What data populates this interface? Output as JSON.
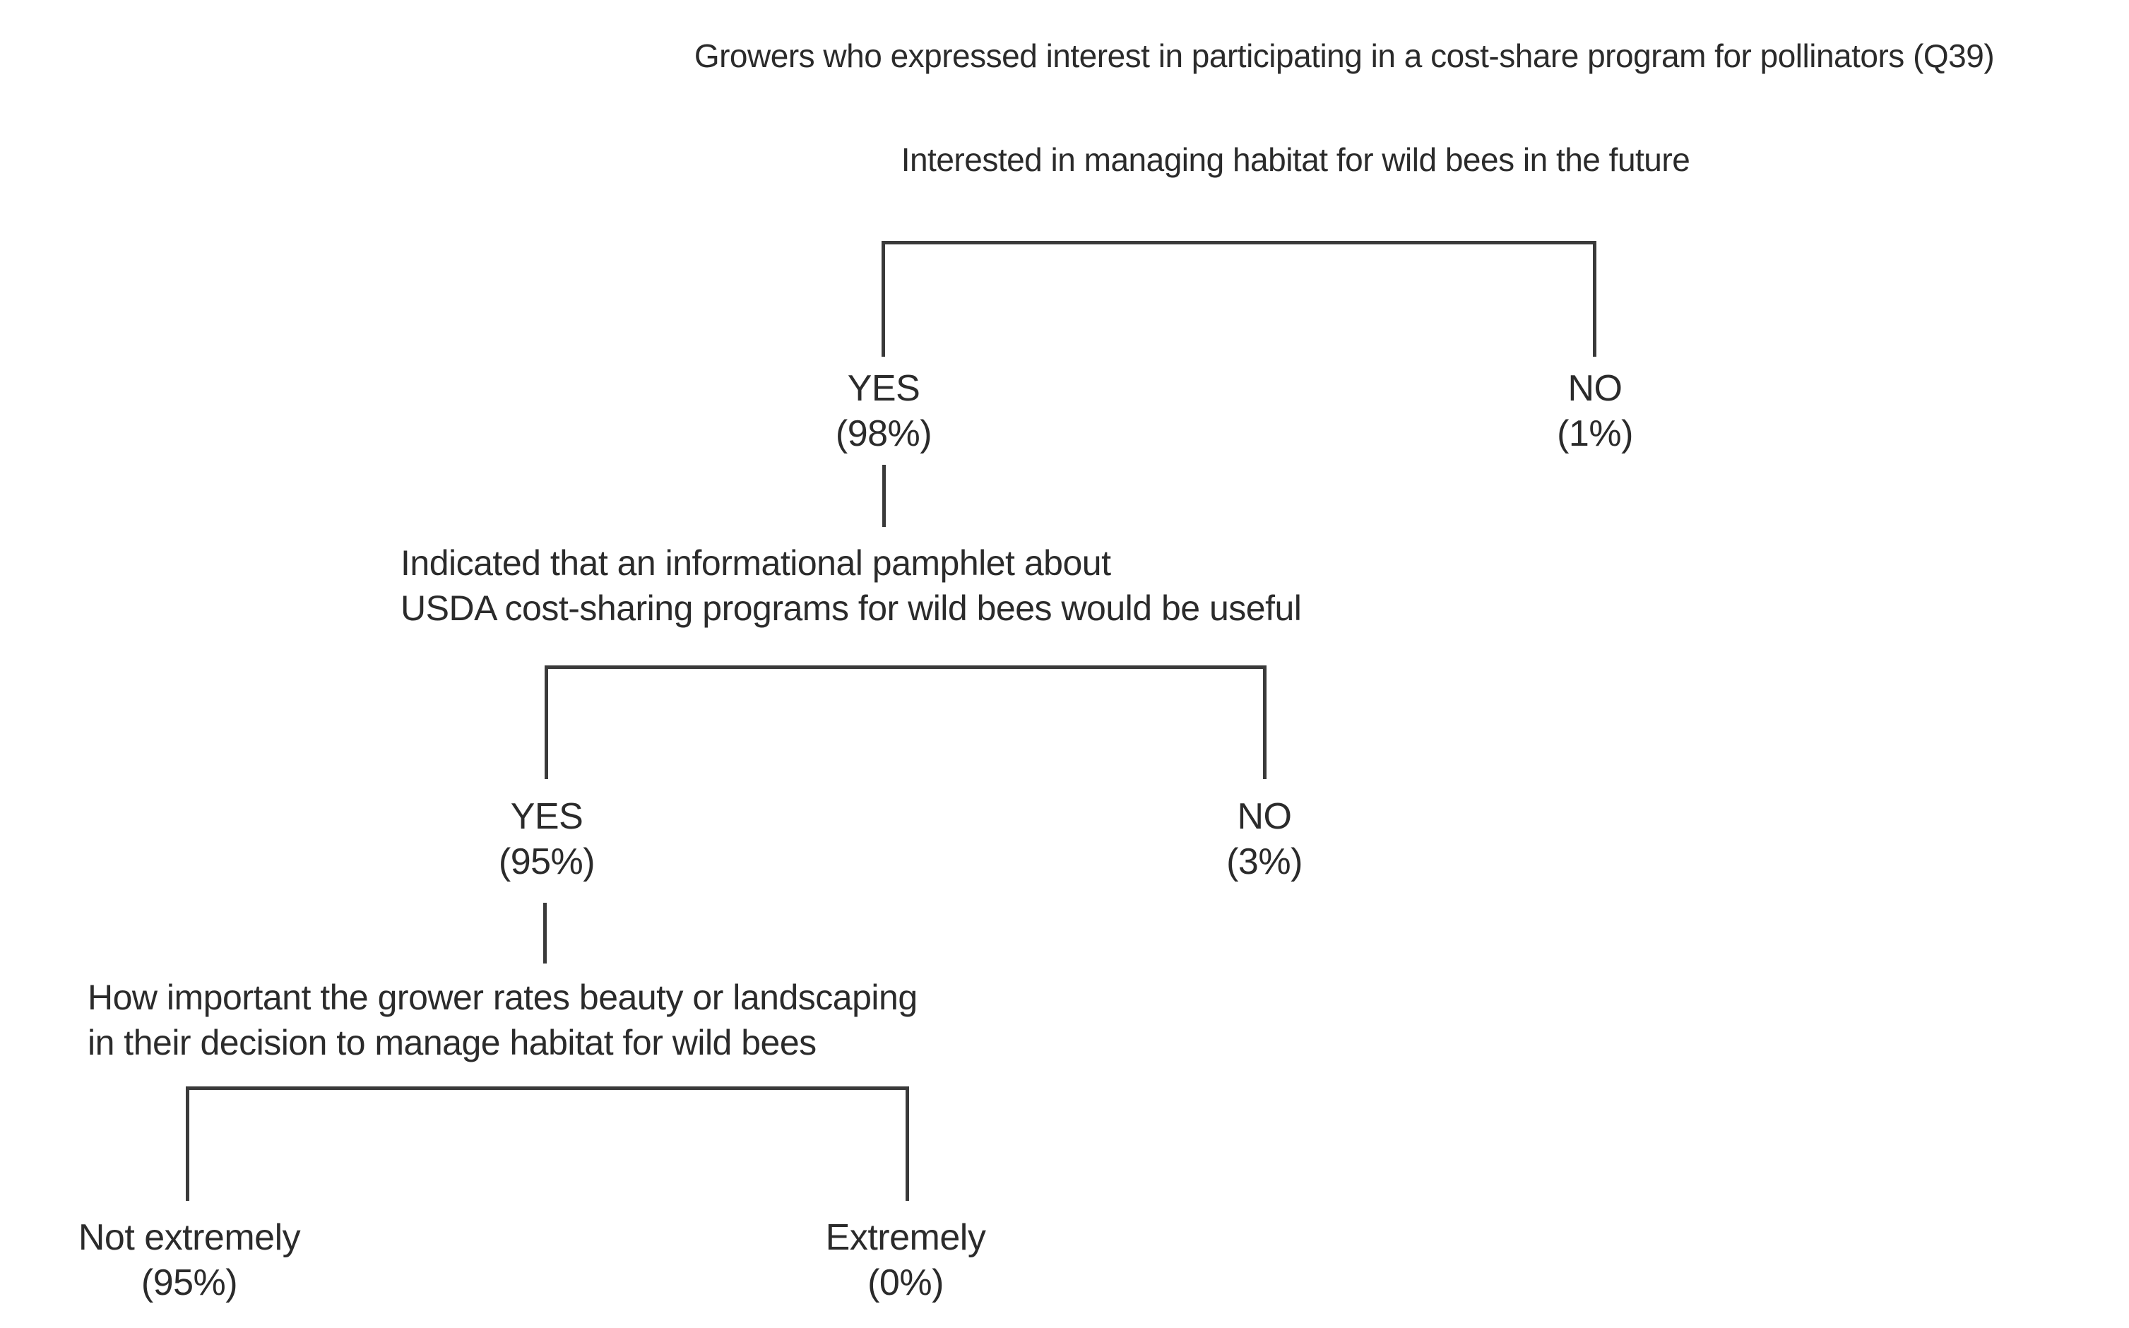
{
  "title": "Growers who expressed interest in participating in a cost-share program for pollinators (Q39)",
  "root": {
    "question": "Interested in managing habitat for wild bees in the future"
  },
  "level1": {
    "yes_label": "YES",
    "yes_pct": "(98%)",
    "no_label": "NO",
    "no_pct": "(1%)"
  },
  "question2": {
    "line1": "Indicated that an informational pamphlet about",
    "line2": "USDA cost-sharing programs for wild bees would be useful"
  },
  "level2": {
    "yes_label": "YES",
    "yes_pct": "(95%)",
    "no_label": "NO",
    "no_pct": "(3%)"
  },
  "question3": {
    "line1": "How important the grower rates beauty or landscaping",
    "line2": "in their decision to manage habitat for wild bees"
  },
  "level3": {
    "left_label": "Not extremely",
    "left_pct": "(95%)",
    "right_label": "Extremely",
    "right_pct": "(0%)"
  },
  "colors": {
    "text": "#2b2b2b",
    "line": "#3a3a3a",
    "background": "#ffffff"
  }
}
